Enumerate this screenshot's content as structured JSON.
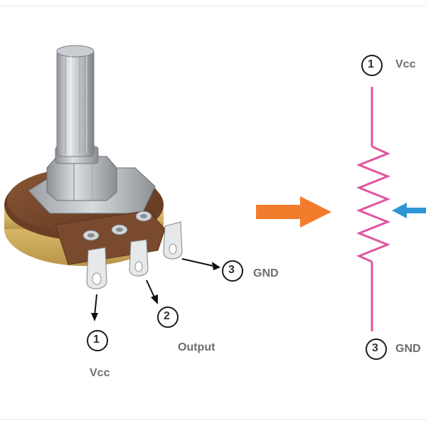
{
  "pin_numbers": [
    "1",
    "2",
    "3"
  ],
  "labels": {
    "vcc": "Vcc",
    "output": "Output",
    "gnd": "GND"
  },
  "colors": {
    "resistor_pink": "#e0559f",
    "orange_arrow": "#f27c2c",
    "blue_arrow": "#2f96d6",
    "label_grey": "#6e6e6e",
    "metal_silver": "#b8bcc0",
    "brown_body": "#7a4a2e",
    "brass_base": "#d6b76a"
  },
  "icons": {
    "potentiometer": "potentiometer-photo",
    "arrow_right": "orange-arrow-right",
    "arrow_left": "blue-arrow-left",
    "zigzag": "resistor-zigzag"
  }
}
